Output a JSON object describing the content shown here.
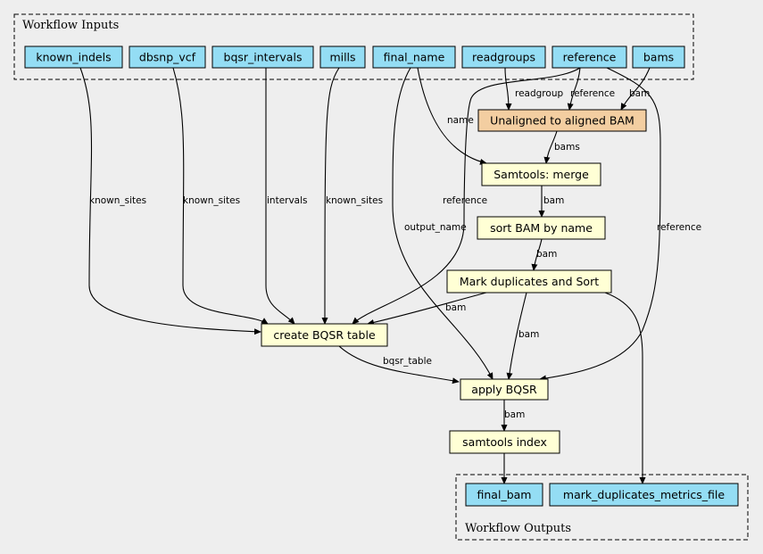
{
  "clusters": {
    "inputs_label": "Workflow Inputs",
    "outputs_label": "Workflow Outputs"
  },
  "nodes": {
    "known_indels": "known_indels",
    "dbsnp_vcf": "dbsnp_vcf",
    "bqsr_intervals": "bqsr_intervals",
    "mills": "mills",
    "final_name": "final_name",
    "readgroups": "readgroups",
    "reference": "reference",
    "bams": "bams",
    "align": "Unaligned to aligned BAM",
    "merge": "Samtools: merge",
    "sort": "sort BAM by name",
    "markdup": "Mark duplicates and Sort",
    "bqsr_table": "create BQSR table",
    "apply_bqsr": "apply BQSR",
    "samtools_index": "samtools index",
    "final_bam": "final_bam",
    "metrics": "mark_duplicates_metrics_file"
  },
  "edges": {
    "readgroup": "readgroup",
    "reference_align": "reference",
    "bam_align": "bam",
    "name": "name",
    "bams": "bams",
    "bam_merge": "bam",
    "bam_sort": "bam",
    "known_sites_1": "known_sites",
    "known_sites_2": "known_sites",
    "intervals": "intervals",
    "known_sites_3": "known_sites",
    "reference_bqsr": "reference",
    "output_name": "output_name",
    "reference_apply": "reference",
    "bam_markdup_table": "bam",
    "bam_markdup_apply": "bam",
    "bqsr_table": "bqsr_table",
    "bam_index": "bam"
  },
  "colors": {
    "input_fill": "#94ddf4",
    "step_fill": "#ffffd5",
    "subworkflow_fill": "#f3cea1",
    "output_fill": "#94ddf4",
    "background": "#eeeeee"
  }
}
